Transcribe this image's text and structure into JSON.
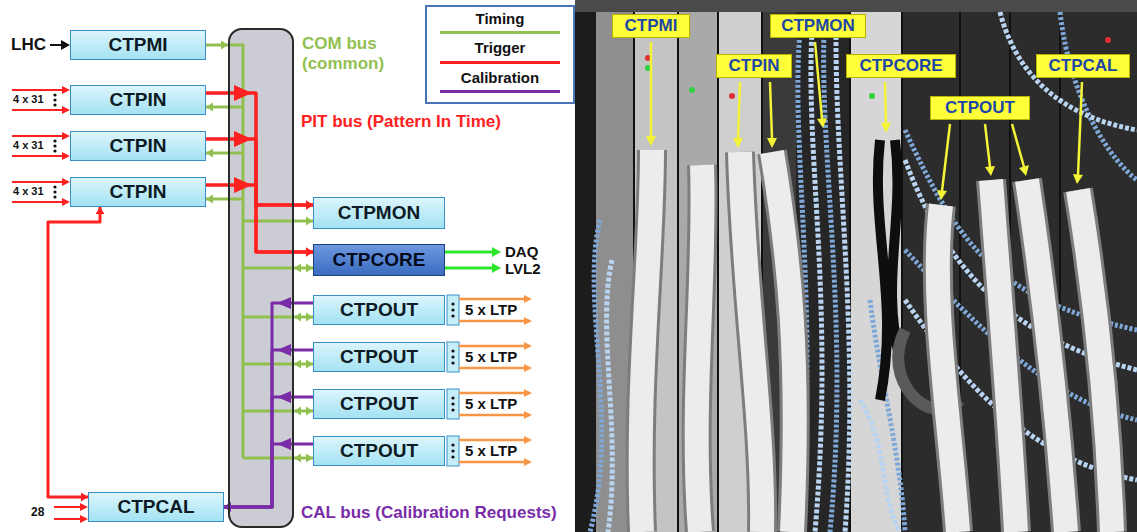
{
  "diagram": {
    "nodes": [
      {
        "text": [
          "CTPMI"
        ]
      },
      {
        "text": [
          "CTPIN"
        ]
      },
      {
        "text": [
          "CTPIN"
        ]
      },
      {
        "text": [
          "CTPIN"
        ]
      },
      {
        "text": [
          "COM bus (common)"
        ]
      },
      {
        "text": [
          "CTPMON"
        ]
      },
      {
        "text": [
          "CTPCORE"
        ]
      },
      {
        "text": [
          "CTPOUT"
        ]
      },
      {
        "text": [
          "CTPOUT"
        ]
      },
      {
        "text": [
          "CTPOUT"
        ]
      },
      {
        "text": [
          "CTPOUT"
        ]
      },
      {
        "text": [
          "CTPCAL"
        ]
      },
      {
        "text": [
          "CTPMI"
        ]
      },
      {
        "text": [
          "CTPMON"
        ]
      },
      {
        "text": [
          "CTPIN"
        ]
      },
      {
        "text": [
          "CTPCORE"
        ]
      },
      {
        "text": [
          "CTPCAL"
        ]
      },
      {
        "text": [
          "CTPOUT"
        ]
      }
    ],
    "edges": [
      {
        "from": 0,
        "to": 4,
        "arrow": "to"
      },
      {
        "from": 4,
        "to": 1,
        "arrow": "to"
      },
      {
        "from": 4,
        "to": 2,
        "arrow": "to"
      },
      {
        "from": 4,
        "to": 3,
        "arrow": "to"
      },
      {
        "from": 4,
        "to": 5,
        "arrow": "to"
      },
      {
        "from": 4,
        "to": 6,
        "arrow": "both"
      },
      {
        "from": 4,
        "to": 7,
        "arrow": "both"
      },
      {
        "from": 4,
        "to": 8,
        "arrow": "both"
      },
      {
        "from": 4,
        "to": 9,
        "arrow": "both"
      },
      {
        "from": 4,
        "to": 10,
        "arrow": "both"
      },
      {
        "from": 1,
        "to": 5,
        "arrow": "to"
      },
      {
        "from": 1,
        "to": 6,
        "arrow": "to"
      },
      {
        "from": 2,
        "to": 5,
        "arrow": "to"
      },
      {
        "from": 2,
        "to": 6,
        "arrow": "to"
      },
      {
        "from": 3,
        "to": 5,
        "arrow": "to"
      },
      {
        "from": 3,
        "to": 6,
        "arrow": "to"
      },
      {
        "from": 7,
        "to": 11,
        "arrow": "to"
      },
      {
        "from": 8,
        "to": 11,
        "arrow": "to"
      },
      {
        "from": 9,
        "to": 11,
        "arrow": "to"
      },
      {
        "from": 10,
        "to": 11,
        "arrow": "to"
      },
      {
        "from": 11,
        "to": 3,
        "arrow": "both"
      }
    ],
    "labels": [
      "LHC",
      "4 x 31",
      "4 x 31",
      "4 x 31",
      "PIT bus (Pattern In Time)",
      "DAQ",
      "LVL2",
      "5 x LTP",
      "5 x LTP",
      "5 x LTP",
      "5 x LTP",
      "28",
      "CAL bus (Calibration Requests)"
    ],
    "legend": [
      {
        "text": "Timing"
      },
      {
        "text": "Trigger"
      },
      {
        "text": "Calibration"
      }
    ]
  }
}
